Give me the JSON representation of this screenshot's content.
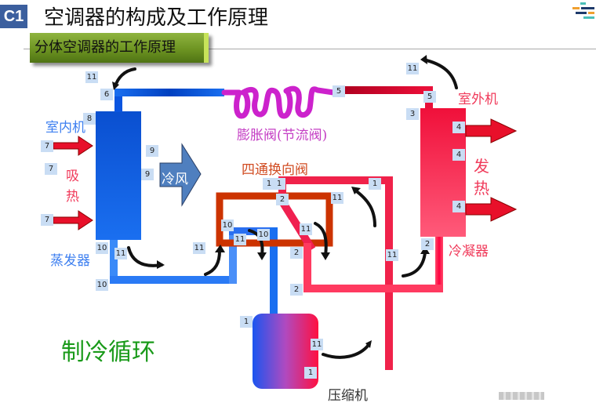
{
  "header": {
    "badge": "C1",
    "title": "空调器的构成及工作原理",
    "subtitle": "分体空调器的工作原理"
  },
  "diagram": {
    "labels": {
      "indoor_unit": "室内机",
      "absorb_heat_1": "吸",
      "absorb_heat_2": "热",
      "evaporator": "蒸发器",
      "cold_air": "冷风",
      "expansion_valve": "膨胀阀(节流阀)",
      "four_way_valve": "四通换向阀",
      "outdoor_unit": "室外机",
      "release_heat_1": "发",
      "release_heat_2": "热",
      "condenser": "冷凝器",
      "compressor": "压缩机",
      "cycle_title": "制冷循环"
    },
    "step_tags": [
      {
        "id": "t11a",
        "text": "11"
      },
      {
        "id": "t6",
        "text": "6"
      },
      {
        "id": "t8",
        "text": "8"
      },
      {
        "id": "t7a",
        "text": "7"
      },
      {
        "id": "t7b",
        "text": "7"
      },
      {
        "id": "t7c",
        "text": "7"
      },
      {
        "id": "t9a",
        "text": "9"
      },
      {
        "id": "t9b",
        "text": "9"
      },
      {
        "id": "t10a",
        "text": "10"
      },
      {
        "id": "t11b",
        "text": "11"
      },
      {
        "id": "t10b",
        "text": "10"
      },
      {
        "id": "t11c",
        "text": "11"
      },
      {
        "id": "t5a",
        "text": "5"
      },
      {
        "id": "t11d",
        "text": "11"
      },
      {
        "id": "t5b",
        "text": "5"
      },
      {
        "id": "t3",
        "text": "3"
      },
      {
        "id": "t4a",
        "text": "4"
      },
      {
        "id": "t4b",
        "text": "4"
      },
      {
        "id": "t4c",
        "text": "4"
      },
      {
        "id": "t1a",
        "text": "1"
      },
      {
        "id": "t1b",
        "text": "1"
      },
      {
        "id": "t1c",
        "text": "1"
      },
      {
        "id": "t2a",
        "text": "2"
      },
      {
        "id": "t11e",
        "text": "11"
      },
      {
        "id": "t10c",
        "text": "10"
      },
      {
        "id": "t11f",
        "text": "11"
      },
      {
        "id": "t10d",
        "text": "10"
      },
      {
        "id": "t11g",
        "text": "11"
      },
      {
        "id": "t2b",
        "text": "2"
      },
      {
        "id": "t11h",
        "text": "11"
      },
      {
        "id": "t2c",
        "text": "2"
      },
      {
        "id": "t2d",
        "text": "2"
      },
      {
        "id": "t1d",
        "text": "1"
      },
      {
        "id": "t11i",
        "text": "11"
      },
      {
        "id": "t1e",
        "text": "1"
      }
    ],
    "colors": {
      "cold_pipe": "#1a6ff0",
      "hot_pipe": "#f0224a",
      "expansion_coil": "#cc22cc",
      "four_way_valve": "#cc3300",
      "cold_air_arrow": "#4f7fbf"
    }
  }
}
